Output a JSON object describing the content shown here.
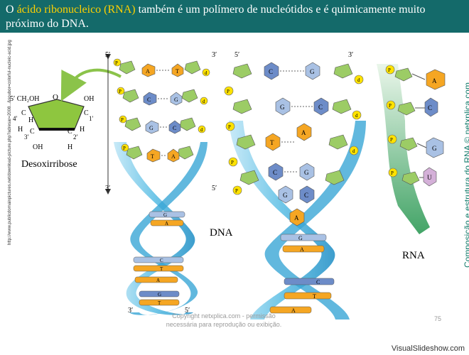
{
  "header": {
    "highlight": "ácido ribonucleico (RNA)",
    "text_before": "O ",
    "text_after": " também é um polímero de nucleótidos e é quimicamente muito próximo do DNA."
  },
  "sugar": {
    "title": "Desoxirribose",
    "atoms": {
      "o": "O",
      "c5": "5′ CH₂OH",
      "oh_right": "OH",
      "c4": "4′",
      "c1": "1′",
      "c3": "3′",
      "c2": "2′",
      "h": "H",
      "c": "C",
      "oh_bottom": "OH"
    }
  },
  "labels": {
    "dna": "DNA",
    "rna": "RNA",
    "five_prime": "5′",
    "three_prime": "3′"
  },
  "bases": {
    "A": "A",
    "T": "T",
    "G": "G",
    "C": "C",
    "U": "U",
    "P": "P",
    "d": "d"
  },
  "side_url": "http://www.publicdomainpictures.net/download-picture.php?adresar=2008...&soubor=colorful-nucleic-acid.jpg",
  "side_copyright": "Composição e estrutura do RNA © netxplica.com",
  "watermark": {
    "line1": "Copyright netxplica.com - permissão",
    "line2": "necessária para reprodução ou exibição."
  },
  "page_number": "75",
  "footer_brand": "VisualSlideshow.com",
  "colors": {
    "header_bg": "#146a6a",
    "highlight": "#ffd000",
    "adenine": "#f5a623",
    "thymine": "#f5a623",
    "guanine": "#a9c1e4",
    "cytosine": "#6d8cc8",
    "uracil": "#d4b0d8",
    "sugar": "#9ccc65",
    "phosphate": "#ffe200",
    "helix": "#4fb7e0"
  }
}
